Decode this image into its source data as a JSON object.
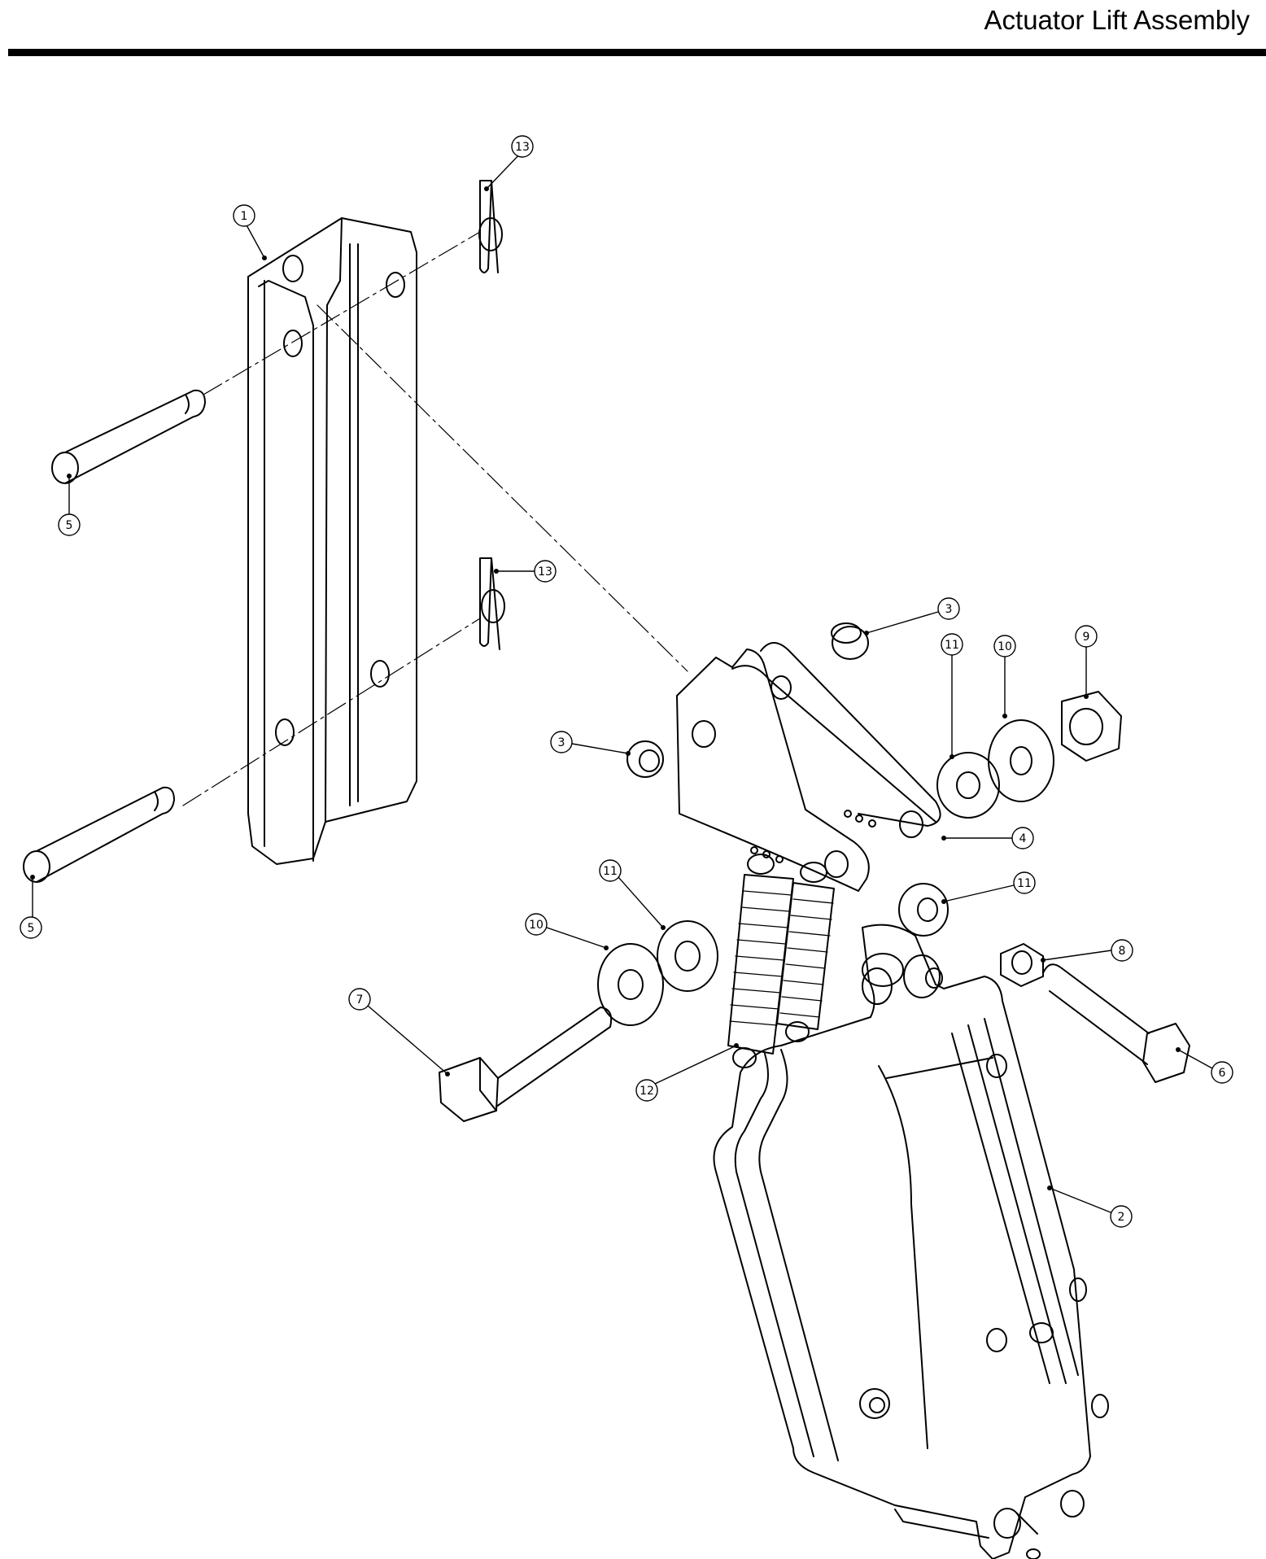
{
  "header": {
    "title": "Actuator Lift Assembly"
  },
  "colors": {
    "ink": "#000000",
    "paper": "#ffffff"
  },
  "diagram": {
    "parts": [
      {
        "id": "bracket",
        "name": "upper-bracket-channel",
        "callout": "1"
      },
      {
        "id": "actuator",
        "name": "actuator-body",
        "callout": "2"
      },
      {
        "id": "plate",
        "name": "mount-plate",
        "callout": "4"
      }
    ],
    "callouts": [
      {
        "number": "13",
        "item": "hairpin-clip-upper"
      },
      {
        "number": "1",
        "item": "channel-bracket"
      },
      {
        "number": "5",
        "item": "clevis-pin-upper"
      },
      {
        "number": "13",
        "item": "hairpin-clip-lower"
      },
      {
        "number": "3",
        "item": "bushing-right"
      },
      {
        "number": "11",
        "item": "washer-upper"
      },
      {
        "number": "10",
        "item": "flat-washer-upper"
      },
      {
        "number": "9",
        "item": "hex-nut-upper"
      },
      {
        "number": "3",
        "item": "bushing-left"
      },
      {
        "number": "4",
        "item": "mount-plate"
      },
      {
        "number": "5",
        "item": "clevis-pin-lower"
      },
      {
        "number": "11",
        "item": "washer-left"
      },
      {
        "number": "11",
        "item": "washer-right"
      },
      {
        "number": "10",
        "item": "flat-washer-left"
      },
      {
        "number": "8",
        "item": "hex-nut-lower"
      },
      {
        "number": "7",
        "item": "hex-bolt-left"
      },
      {
        "number": "6",
        "item": "hex-bolt-right"
      },
      {
        "number": "12",
        "item": "extension-springs"
      },
      {
        "number": "2",
        "item": "actuator-body"
      }
    ]
  }
}
